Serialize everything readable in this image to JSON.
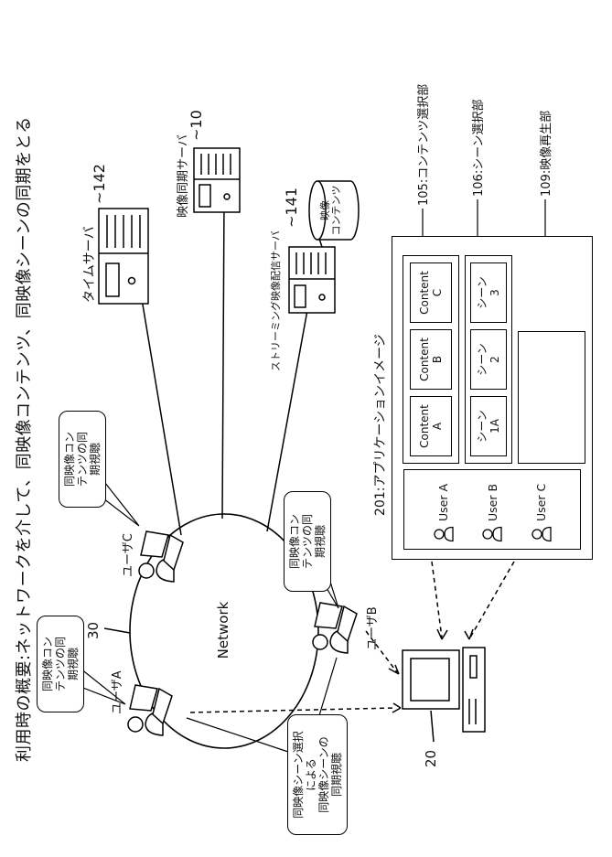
{
  "title": "利用時の概要:ネットワークを介して、同映像コンテンツ、同映像シーンの同期をとる",
  "network": {
    "label": "Network",
    "ref": "30"
  },
  "servers": {
    "time": {
      "name": "タイムサーバ",
      "ref": "~142"
    },
    "sync": {
      "name": "映像同期サーバ",
      "ref": "~10"
    },
    "streaming": {
      "name": "ストリーミング映像配信サーバ",
      "ref": "~141"
    },
    "database": {
      "line1": "映像",
      "line2": "コンテンツ"
    }
  },
  "users": {
    "a": "ユーザA",
    "b": "ユーザB",
    "c": "ユーザC"
  },
  "callouts": {
    "content_sync": {
      "line1": "同映像コン",
      "line2": "テンツの同",
      "line3": "期視聴"
    },
    "scene_sync": {
      "line1": "同映像シーン選択",
      "line2": "による",
      "line3": "同映像シーンの",
      "line4": "同期視聴"
    }
  },
  "terminal": {
    "ref": "20"
  },
  "app": {
    "ref": "201:アプリケーションイメージ",
    "user_list": [
      {
        "name": "User A"
      },
      {
        "name": "User B"
      },
      {
        "name": "User C"
      }
    ],
    "content_buttons": [
      {
        "line1": "Content",
        "line2": "A"
      },
      {
        "line1": "Content",
        "line2": "B"
      },
      {
        "line1": "Content",
        "line2": "C"
      }
    ],
    "scene_buttons": [
      {
        "line1": "シーン",
        "line2": "1A"
      },
      {
        "line1": "シーン",
        "line2": "2"
      },
      {
        "line1": "シーン",
        "line2": "3"
      }
    ],
    "labels": {
      "content_select": "105:コンテンツ選択部",
      "scene_select": "106:シーン選択部",
      "player": "109:映像再生部"
    }
  }
}
